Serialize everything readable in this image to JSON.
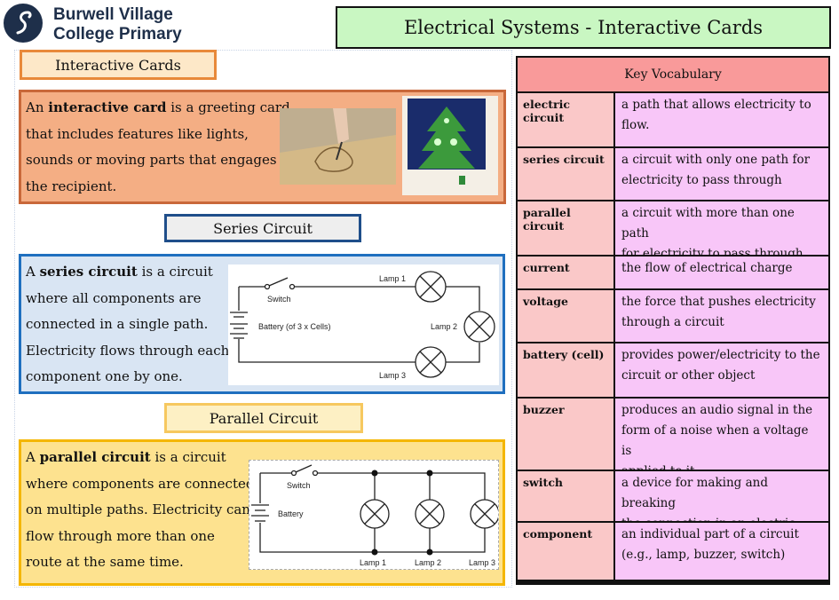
{
  "header": {
    "school_name_line1": "Burwell Village",
    "school_name_line2": "College Primary",
    "title": "Electrical Systems - Interactive Cards"
  },
  "sections": {
    "interactive": {
      "heading": "Interactive Cards",
      "lines": [
        [
          "An ",
          "interactive card",
          " is a greeting card"
        ],
        [
          "that includes features like lights,",
          "",
          ""
        ],
        [
          "sounds or moving parts that engages",
          "",
          ""
        ],
        [
          "the recipient.",
          "",
          ""
        ]
      ]
    },
    "series": {
      "heading": "Series Circuit",
      "lines": [
        [
          "A ",
          "series circuit",
          " is a circuit"
        ],
        [
          "where all components are",
          "",
          ""
        ],
        [
          "connected in a single path.",
          "",
          ""
        ],
        [
          "Electricity flows through each",
          "",
          ""
        ],
        [
          "component one by one.",
          "",
          ""
        ]
      ],
      "diagram": {
        "switch": "Switch",
        "battery": "Battery (of 3 x Cells)",
        "lamp1": "Lamp 1",
        "lamp2": "Lamp 2",
        "lamp3": "Lamp 3"
      }
    },
    "parallel": {
      "heading": "Parallel Circuit",
      "lines": [
        [
          "A ",
          "parallel circuit",
          " is a circuit"
        ],
        [
          "where components are connected",
          "",
          ""
        ],
        [
          "on multiple paths. Electricity can",
          "",
          ""
        ],
        [
          "flow through more than one",
          "",
          ""
        ],
        [
          "route at the same time.",
          "",
          ""
        ]
      ],
      "diagram": {
        "switch": "Switch",
        "battery": "Battery",
        "lamp1": "Lamp 1",
        "lamp2": "Lamp 2",
        "lamp3": "Lamp 3"
      }
    }
  },
  "vocabulary": {
    "heading": "Key Vocabulary",
    "rows": [
      {
        "term": "electric circuit",
        "definition": [
          "a path that allows electricity to",
          "flow."
        ]
      },
      {
        "term": "series circuit",
        "definition": [
          "a circuit with only one path for",
          "electricity to pass through"
        ]
      },
      {
        "term": "parallel circuit",
        "definition": [
          "a circuit with more than one path",
          "for electricity to pass through."
        ]
      },
      {
        "term": "current",
        "definition": [
          "the flow of electrical charge"
        ]
      },
      {
        "term": "voltage",
        "definition": [
          "the force that pushes electricity",
          "through a circuit"
        ]
      },
      {
        "term": "battery (cell)",
        "definition": [
          "provides power/electricity to the",
          "circuit or other object"
        ]
      },
      {
        "term": "buzzer",
        "definition": [
          "produces an audio signal in the",
          "form of a noise when a voltage is",
          "applied to it"
        ]
      },
      {
        "term": "switch",
        "definition": [
          "a device for making and breaking",
          "the connection in an electric circuit"
        ]
      },
      {
        "term": "component",
        "definition": [
          "an individual part of a circuit",
          "(e.g., lamp, buzzer, switch)"
        ]
      }
    ]
  },
  "colors": {
    "interactive_panel": "#f4ae84",
    "series_panel": "#d9e5f3",
    "parallel_panel": "#fde28f",
    "vocab_heading": "#f99a9a",
    "vocab_term": "#fac8c8",
    "vocab_definition": "#f8c6f8",
    "title_background": "#c9f7c2"
  }
}
